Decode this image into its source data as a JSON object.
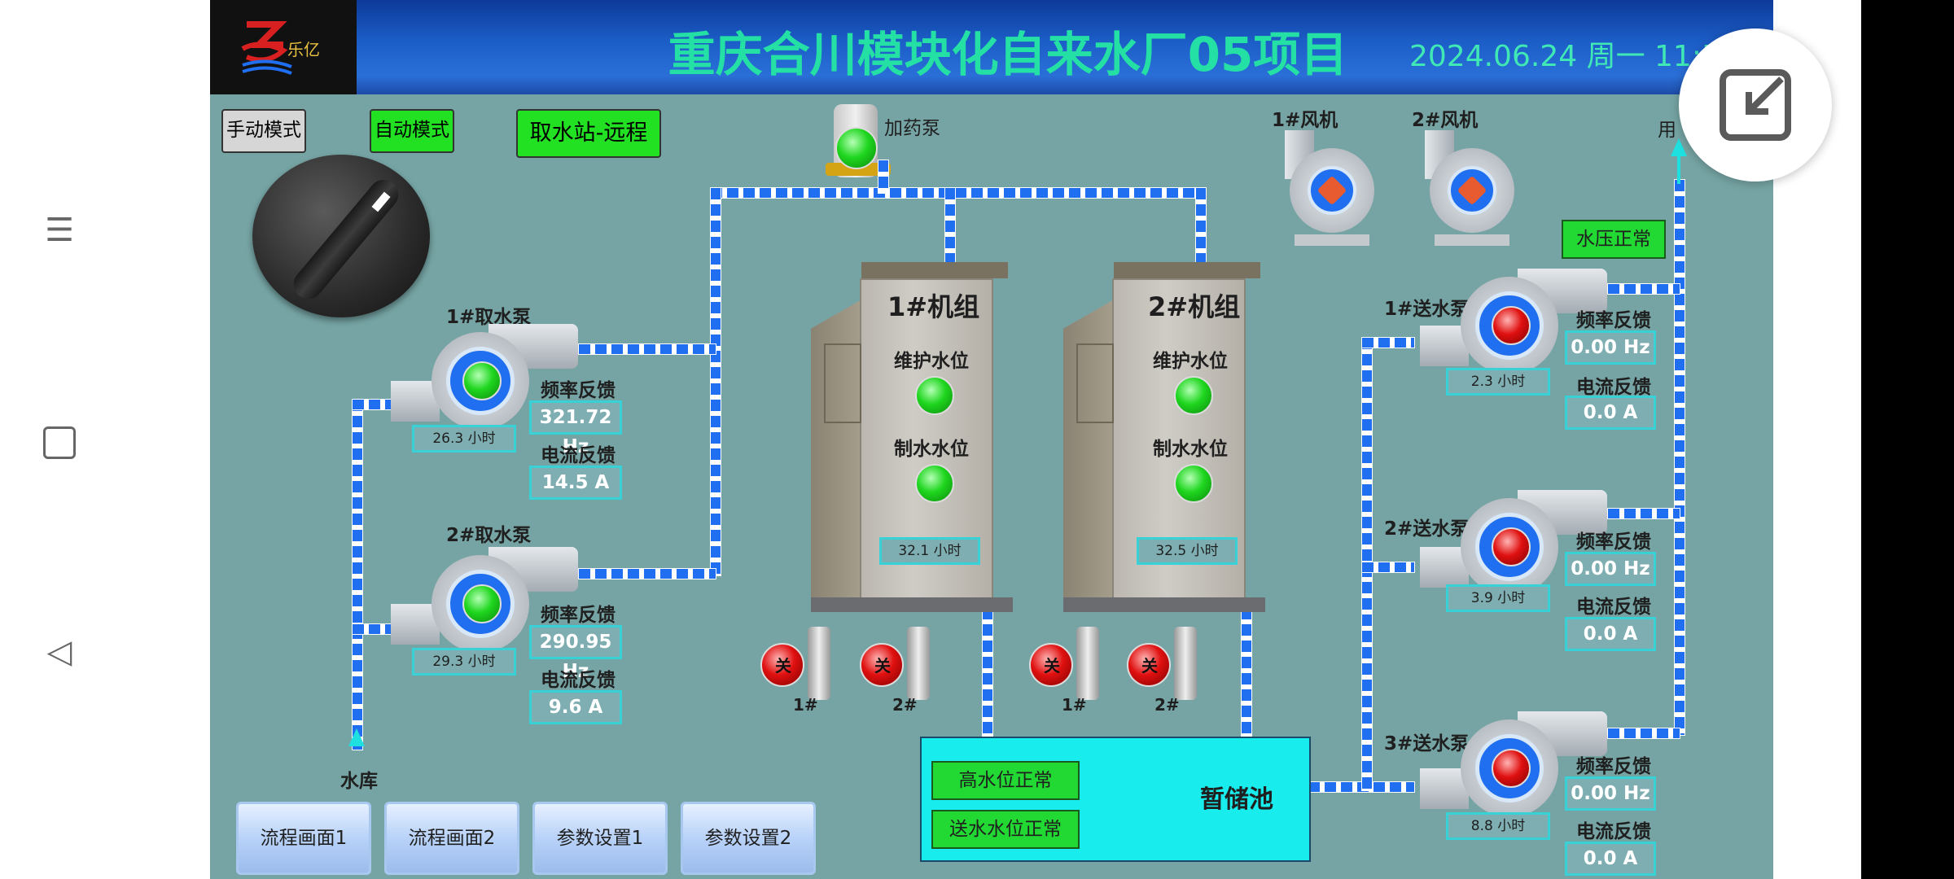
{
  "header": {
    "title": "重庆合川模块化自来水厂05项目",
    "datetime": "2024.06.24 周一 11:52"
  },
  "mode": {
    "manual_label": "手动模式",
    "auto_label": "自动模式",
    "station_label": "取水站-远程"
  },
  "dosing_pump_label": "加药泵",
  "fans": [
    {
      "label": "1#风机"
    },
    {
      "label": "2#风机"
    }
  ],
  "user_label": "用",
  "water_pressure_status": "水压正常",
  "intake_pumps": [
    {
      "label": "1#取水泵",
      "hours": "26.3 小时",
      "freq_label": "频率反馈",
      "freq_value": "321.72 Hz",
      "current_label": "电流反馈",
      "current_value": "14.5 A"
    },
    {
      "label": "2#取水泵",
      "hours": "29.3 小时",
      "freq_label": "频率反馈",
      "freq_value": "290.95 Hz",
      "current_label": "电流反馈",
      "current_value": "9.6 A"
    }
  ],
  "reservoir_label": "水库",
  "units": [
    {
      "label": "1#机组",
      "maint_level_label": "维护水位",
      "prod_level_label": "制水水位",
      "hours": "32.1 小时"
    },
    {
      "label": "2#机组",
      "maint_level_label": "维护水位",
      "prod_level_label": "制水水位",
      "hours": "32.5 小时"
    }
  ],
  "valves": [
    {
      "label": "1#",
      "text": "关"
    },
    {
      "label": "2#",
      "text": "关"
    },
    {
      "label": "1#",
      "text": "关"
    },
    {
      "label": "2#",
      "text": "关"
    }
  ],
  "supply_pumps": [
    {
      "label": "1#送水泵",
      "hours": "2.3 小时",
      "freq_label": "频率反馈",
      "freq_value": "0.00 Hz",
      "current_label": "电流反馈",
      "current_value": "0.0 A"
    },
    {
      "label": "2#送水泵",
      "hours": "3.9 小时",
      "freq_label": "频率反馈",
      "freq_value": "0.00 Hz",
      "current_label": "电流反馈",
      "current_value": "0.0 A"
    },
    {
      "label": "3#送水泵",
      "hours": "8.8 小时",
      "freq_label": "频率反馈",
      "freq_value": "0.00 Hz",
      "current_label": "电流反馈",
      "current_value": "0.0 A"
    }
  ],
  "storage": {
    "label": "暂储池",
    "high_level": "高水位正常",
    "supply_level": "送水水位正常"
  },
  "nav_buttons": [
    {
      "label": "流程画面1"
    },
    {
      "label": "流程画面2"
    },
    {
      "label": "参数设置1"
    },
    {
      "label": "参数设置2"
    }
  ],
  "colors": {
    "background": "#76a4a4",
    "pipe": "#1f6ff0",
    "title": "#24e0a4",
    "running": "#1fd61f",
    "stopped": "#e01010",
    "storage": "#18ecec"
  }
}
